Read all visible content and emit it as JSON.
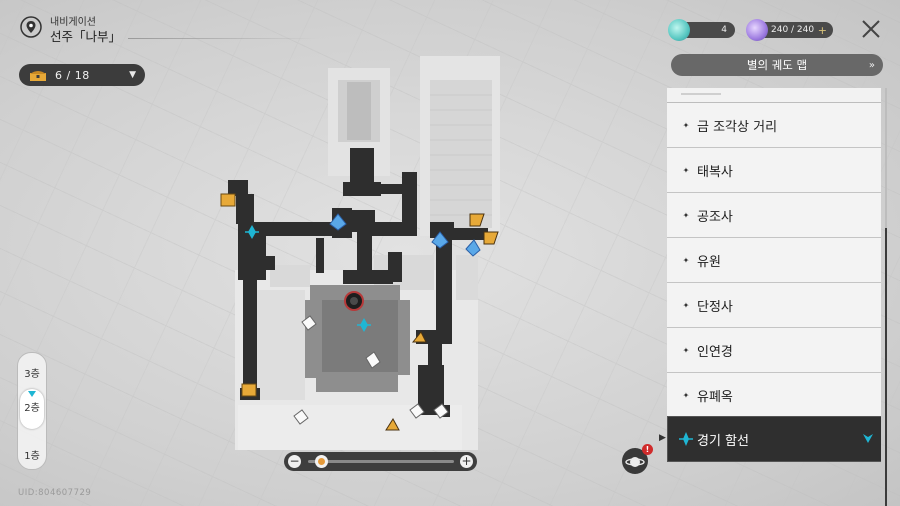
{
  "location": {
    "subtitle": "내비게이션",
    "name": "선주「나부」"
  },
  "chest_counter": {
    "value": "6 / 18"
  },
  "resources": {
    "res1_value": "4",
    "res2_value": "240 / 240",
    "res2_plus": "+"
  },
  "panel": {
    "title": "별의 궤도 맵",
    "arrow": "»",
    "items": [
      {
        "label": "금 조각상 거리"
      },
      {
        "label": "태복사"
      },
      {
        "label": "공조사"
      },
      {
        "label": "유원"
      },
      {
        "label": "단정사"
      },
      {
        "label": "인연경"
      },
      {
        "label": "유폐옥"
      },
      {
        "label": "경기 함선"
      }
    ],
    "active_index": 7
  },
  "floors": [
    {
      "label": "3층"
    },
    {
      "label": "2층"
    },
    {
      "label": "1층"
    }
  ],
  "selected_floor": "2층",
  "zoom": {
    "minus": "−",
    "plus": "+",
    "level": 0.05
  },
  "uid": "UID:804607729",
  "badge": "!",
  "colors": {
    "accent_cyan": "#1fb6d4",
    "marker_gold": "#e7a938",
    "panel_dark": "#2f2f2f",
    "map_dark": "#2e2e2e"
  },
  "icons": {
    "location_pin": "map-pin-icon",
    "chest": "treasure-chest-icon",
    "close": "close-icon",
    "teleport": "space-anchor-icon",
    "active_item": "space-anchor-icon",
    "chevron": "chevron-down-icon"
  }
}
